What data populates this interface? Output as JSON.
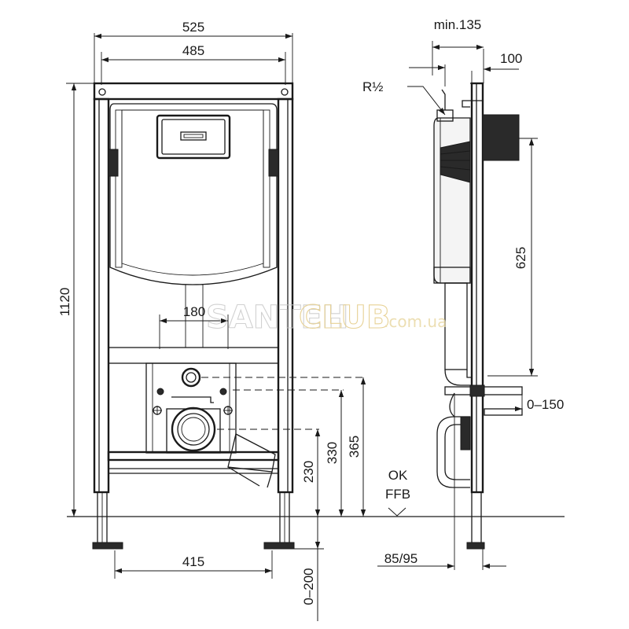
{
  "dimensions": {
    "total_width": "525",
    "frame_width": "485",
    "total_height": "1120",
    "flush_plate_offset": "180",
    "height_365": "365",
    "height_330": "330",
    "height_230": "230",
    "leg_adjust": "0–200",
    "leg_spacing": "415",
    "min_depth": "min.135",
    "front_depth": "100",
    "thread": "R½",
    "tank_height": "625",
    "drain_adjust": "0–150",
    "foot_depth": "85/95"
  },
  "floor_marks": {
    "ok": "OK",
    "ffb": "FFB"
  },
  "watermark": {
    "santeh": "SANTEH",
    "club": "CLUB",
    "domain": ".com.ua"
  },
  "colors": {
    "line": "#1a1a1a",
    "watermark_gray": "#d8d8d8",
    "watermark_gold": "#e8d7a0"
  }
}
